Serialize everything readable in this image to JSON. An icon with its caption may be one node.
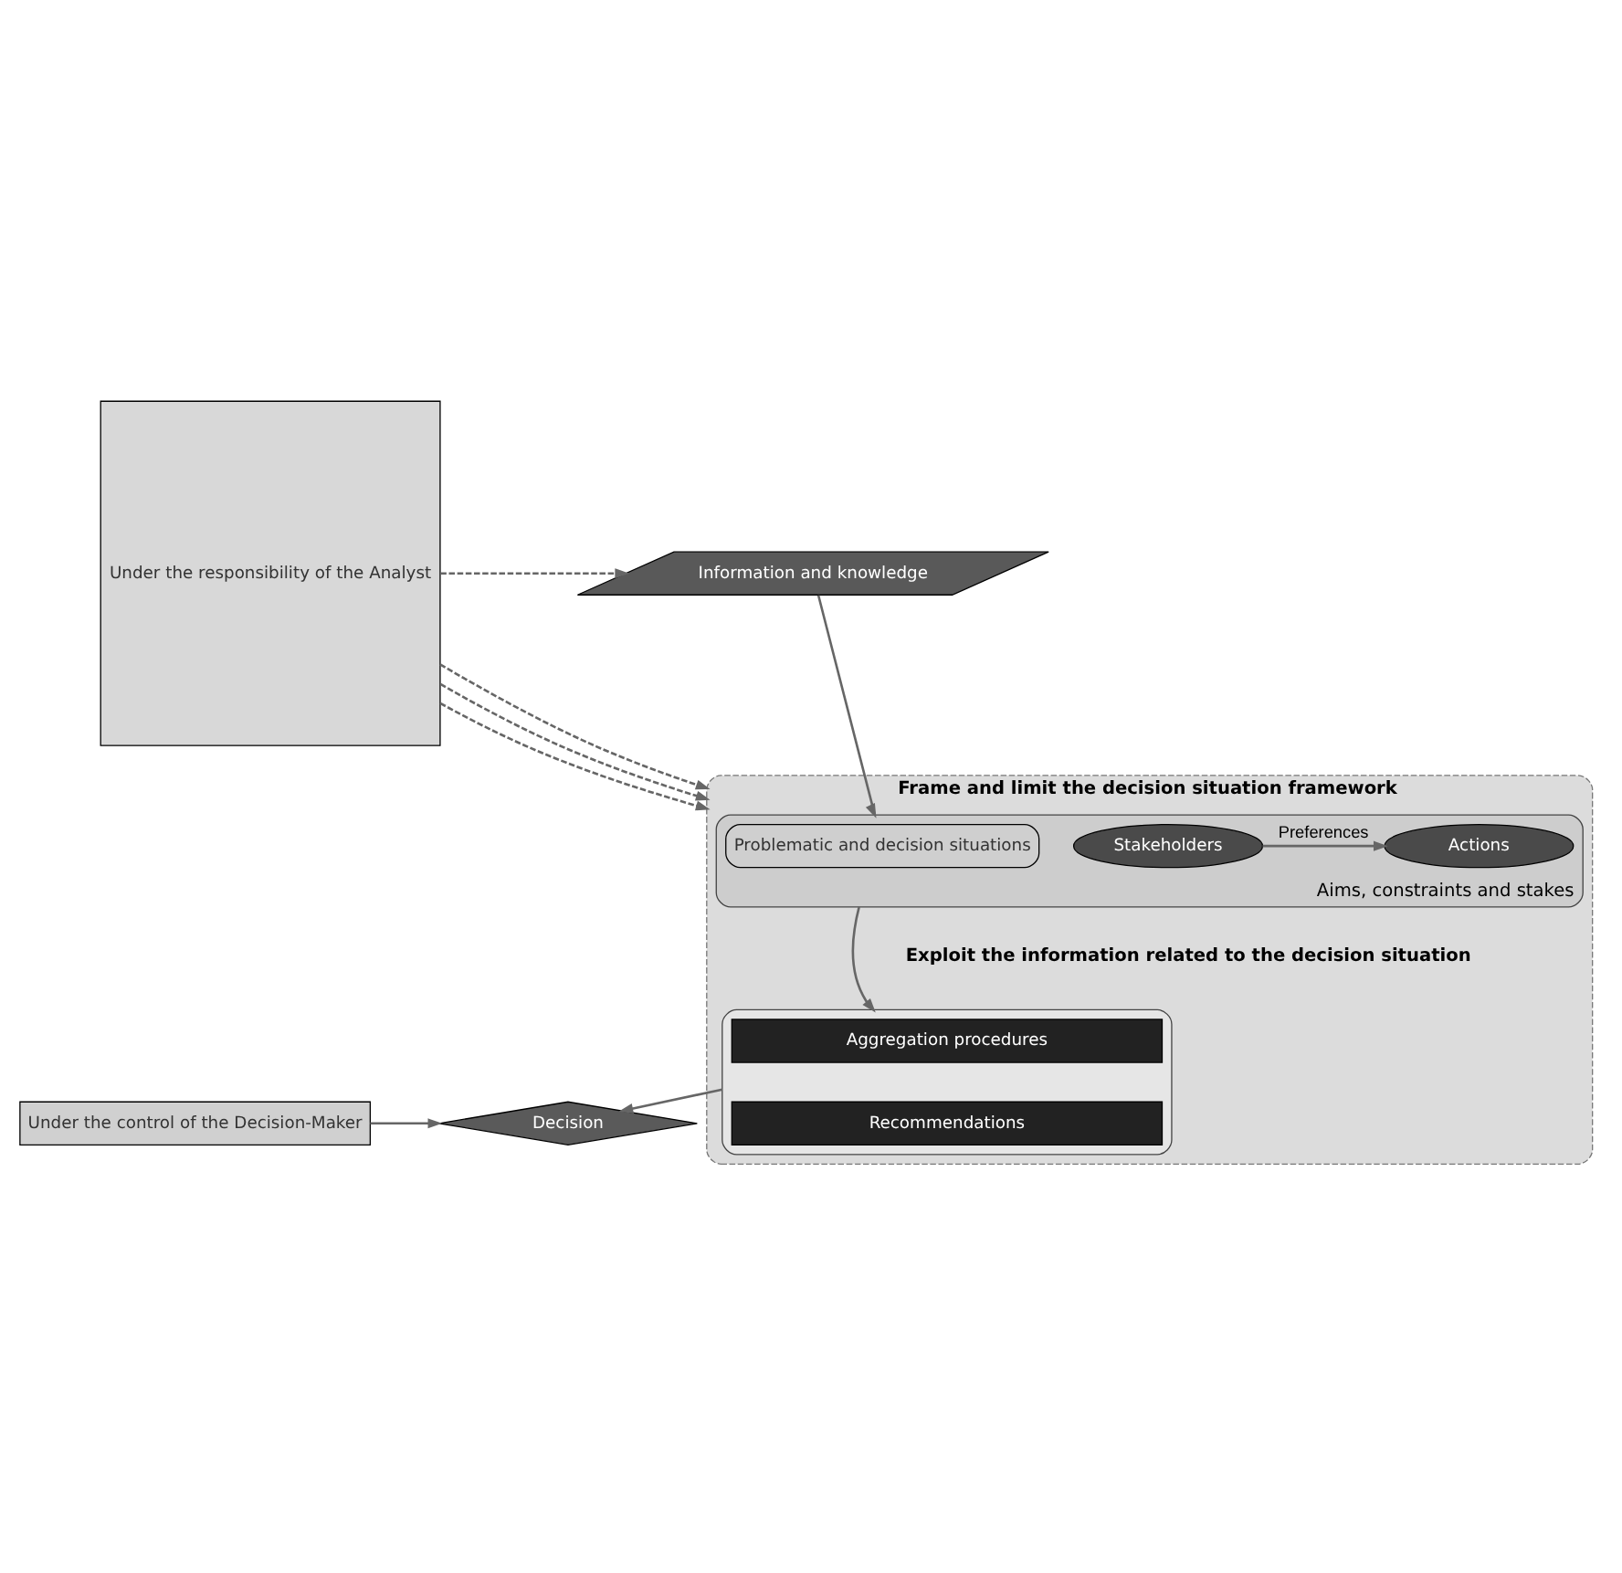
{
  "diagram": {
    "nodes": [
      {
        "text": [
          "Under the responsibility of the Analyst"
        ]
      },
      {
        "text": [
          "Information and knowledge"
        ]
      },
      {
        "text": [
          "Frame and limit the decision situation framework"
        ]
      },
      {
        "text": [
          "Aims, constraints and stakes"
        ],
        "in": 2
      },
      {
        "text": [
          "Problematic and decision situations"
        ],
        "in": 3
      },
      {
        "text": [
          "Stakeholders"
        ],
        "in": 3
      },
      {
        "text": [
          "Actions"
        ],
        "in": 3
      },
      {
        "text": [],
        "shape": "box",
        "in": 2
      },
      {
        "text": [
          "Aggregation procedures"
        ],
        "in": 7
      },
      {
        "text": [
          "Recommendations"
        ],
        "in": 7
      },
      {
        "text": [
          "Under the control of the Decision-Maker"
        ]
      },
      {
        "text": [
          "Decision"
        ]
      }
    ],
    "edges": [
      {
        "from": 0,
        "to": 1,
        "arrow": "to",
        "style": "dashed"
      },
      {
        "from": 1,
        "to": 3,
        "arrow": "to"
      },
      {
        "from": 0,
        "to": 2,
        "arrow": "to",
        "style": "dashed"
      },
      {
        "from": 0,
        "to": 2,
        "arrow": "to",
        "style": "dashed"
      },
      {
        "from": 0,
        "to": 2,
        "arrow": "to",
        "style": "dashed"
      },
      {
        "from": 5,
        "to": 6,
        "label": "Preferences",
        "arrow": "to"
      },
      {
        "from": 3,
        "to": 7,
        "arrow": "to"
      },
      {
        "from": 7,
        "to": 11,
        "arrow": "to"
      },
      {
        "from": 10,
        "to": 11,
        "arrow": "to"
      }
    ],
    "labels": [
      "Exploit the information related to the decision situation"
    ]
  }
}
